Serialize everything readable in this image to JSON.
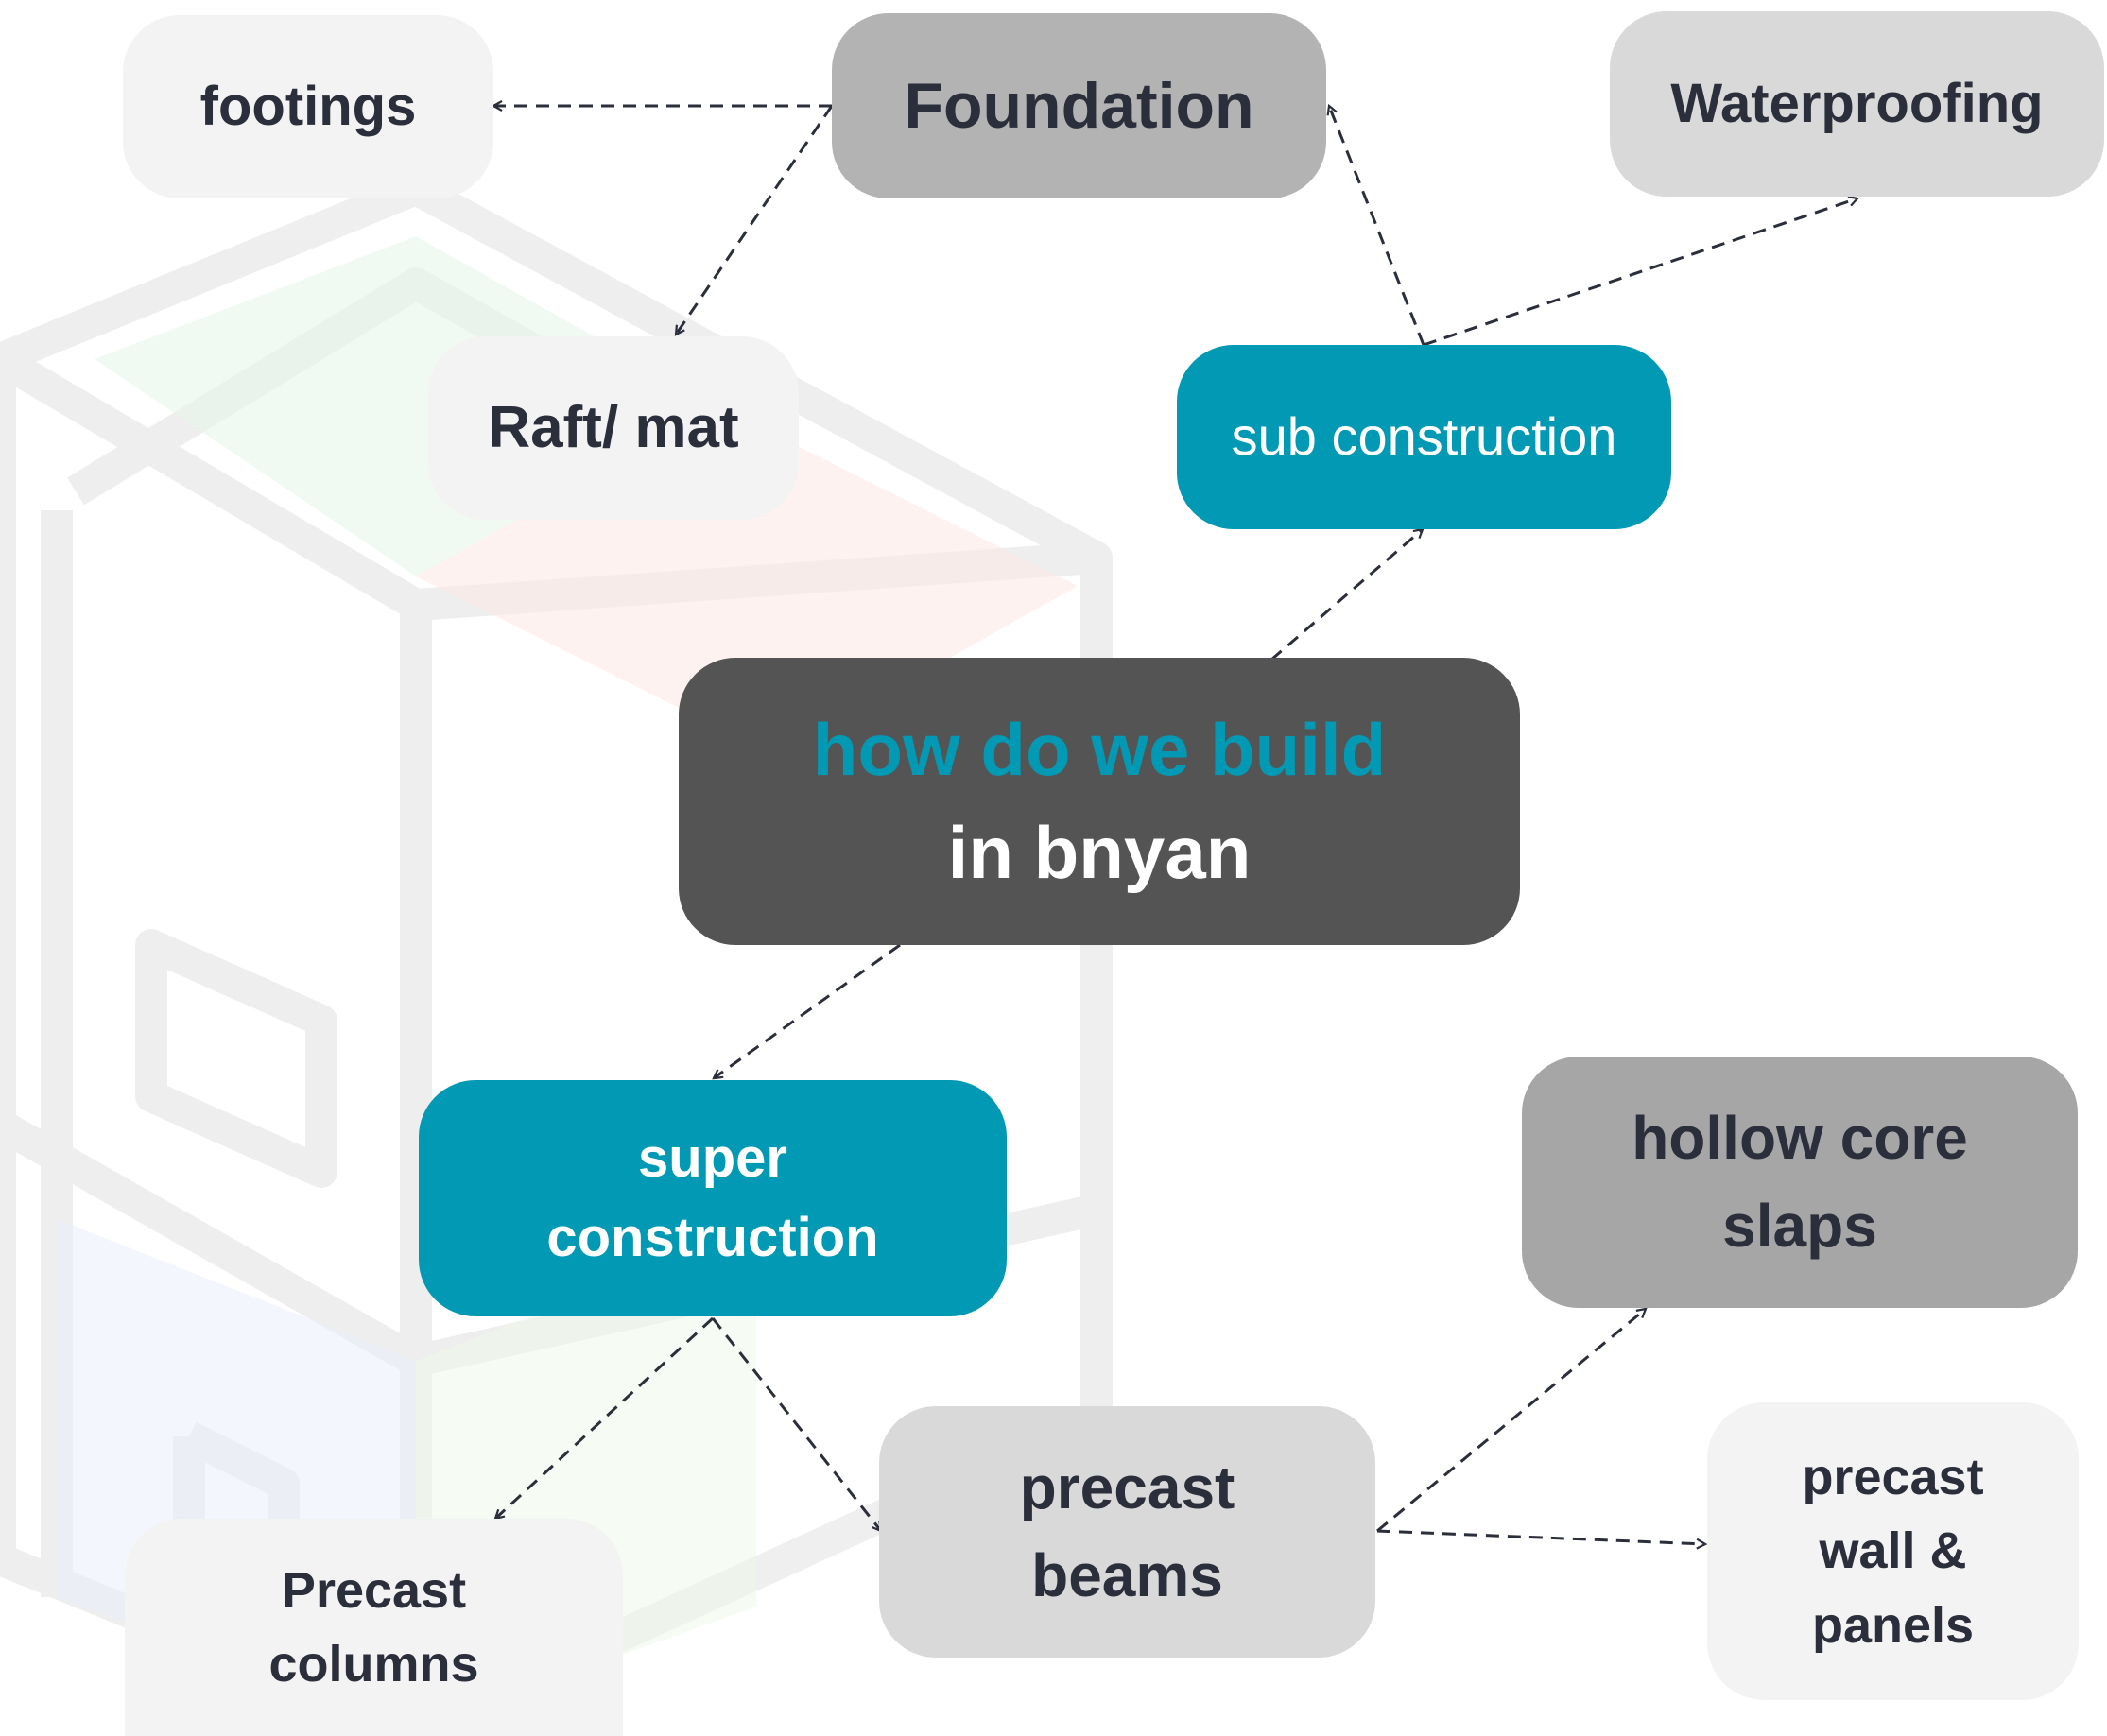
{
  "diagram": {
    "title_lines": [
      "how do we build",
      "in bnyan"
    ],
    "nodes": {
      "footings": "footings",
      "foundation": "Foundation",
      "waterproofing": "Waterproofing",
      "raft": "Raft/ mat",
      "sub_construction": "sub construction",
      "super_construction": [
        "super",
        "construction"
      ],
      "hollow_core": [
        "hollow core",
        "slaps"
      ],
      "precast_beams": [
        "precast",
        "beams"
      ],
      "precast_wall": [
        "precast",
        "wall &",
        "panels"
      ],
      "precast_columns": [
        "Precast",
        "columns"
      ]
    },
    "edges": [
      {
        "from": "center",
        "to": "sub_construction"
      },
      {
        "from": "sub_construction",
        "to": "foundation"
      },
      {
        "from": "sub_construction",
        "to": "waterproofing"
      },
      {
        "from": "foundation",
        "to": "footings"
      },
      {
        "from": "foundation",
        "to": "raft"
      },
      {
        "from": "center",
        "to": "super_construction"
      },
      {
        "from": "super_construction",
        "to": "precast_columns"
      },
      {
        "from": "super_construction",
        "to": "precast_beams"
      },
      {
        "from": "precast_beams",
        "to": "hollow_core"
      },
      {
        "from": "precast_beams",
        "to": "precast_wall"
      }
    ]
  },
  "colors": {
    "accent_teal": "#0299b4",
    "center_box": "#545454",
    "text_dark": "#2b2e3b",
    "edge": "#2b2e3b"
  }
}
